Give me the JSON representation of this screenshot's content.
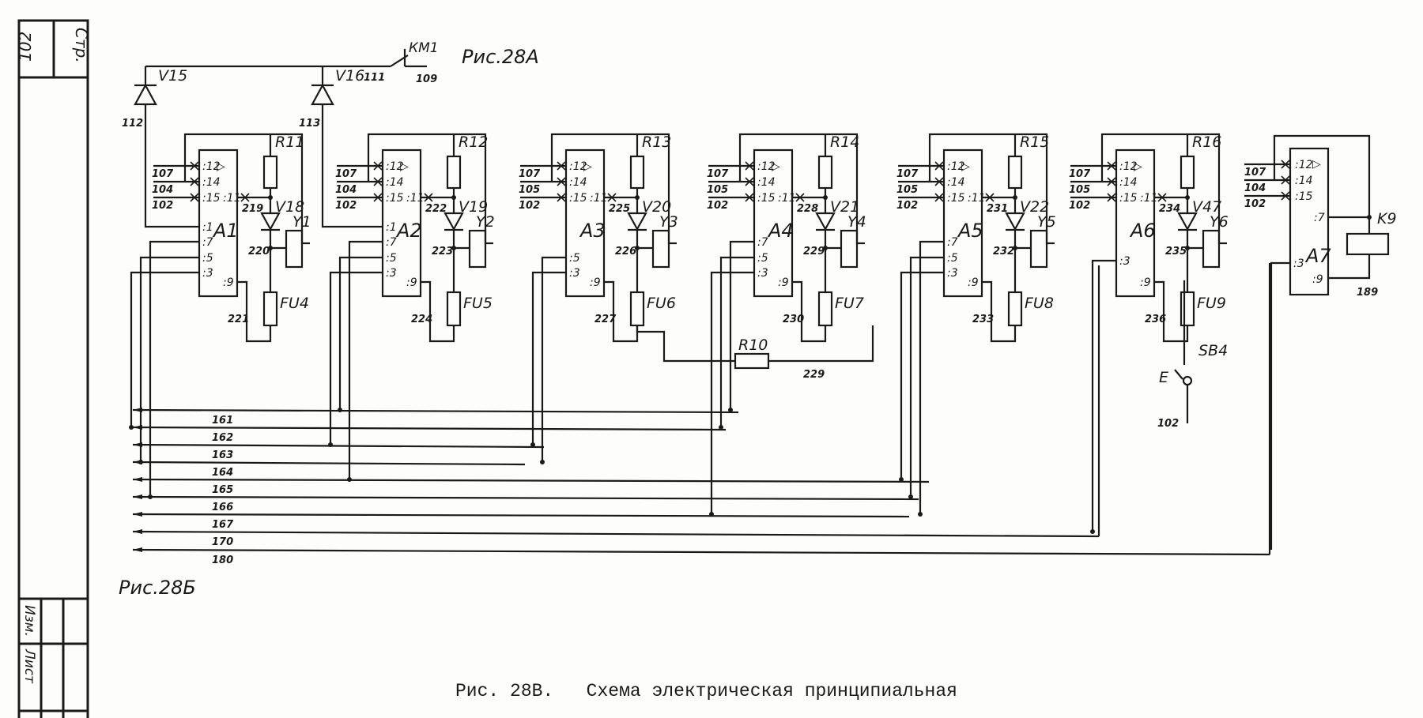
{
  "page": {
    "stamp_page_label": "Стр.",
    "stamp_page_number": "102",
    "stamp_change_label": "Изм.",
    "stamp_sheet_label": "Лист",
    "caption_fig": "Рис. 28В.",
    "caption_title": "Схема электрическая принципиальная"
  },
  "top_bus": {
    "ref_label": "Рис.28А",
    "contact_label": "КМ1",
    "wire_left": "111",
    "wire_right": "109",
    "diodes": [
      {
        "ref": "V15",
        "wire": "112"
      },
      {
        "ref": "V16",
        "wire": "113"
      }
    ]
  },
  "modules": [
    {
      "ref": "A1",
      "resistor": "R11",
      "diode": "V18",
      "coil": "Y1",
      "fuse": "FU4",
      "inputs": [
        "107",
        "104",
        "102"
      ],
      "w_out": "219",
      "w_coil": "220",
      "w_fuse": "221",
      "left_pins": [
        ":1",
        ":7",
        ":5",
        ":3"
      ]
    },
    {
      "ref": "A2",
      "resistor": "R12",
      "diode": "V19",
      "coil": "Y2",
      "fuse": "FU5",
      "inputs": [
        "107",
        "104",
        "102"
      ],
      "w_out": "222",
      "w_coil": "223",
      "w_fuse": "224",
      "left_pins": [
        ":1",
        ":7",
        ":5",
        ":3"
      ]
    },
    {
      "ref": "A3",
      "resistor": "R13",
      "diode": "V20",
      "coil": "Y3",
      "fuse": "FU6",
      "inputs": [
        "107",
        "105",
        "102"
      ],
      "w_out": "225",
      "w_coil": "226",
      "w_fuse": "227",
      "left_pins": [
        ":5",
        ":3"
      ]
    },
    {
      "ref": "A4",
      "resistor": "R14",
      "diode": "V21",
      "coil": "Y4",
      "fuse": "FU7",
      "inputs": [
        "107",
        "105",
        "102"
      ],
      "w_out": "228",
      "w_coil": "229",
      "w_fuse": "230",
      "left_pins": [
        ":7",
        ":5",
        ":3"
      ]
    },
    {
      "ref": "A5",
      "resistor": "R15",
      "diode": "V22",
      "coil": "Y5",
      "fuse": "FU8",
      "inputs": [
        "107",
        "105",
        "102"
      ],
      "w_out": "231",
      "w_coil": "232",
      "w_fuse": "233",
      "left_pins": [
        ":7",
        ":5",
        ":3"
      ]
    },
    {
      "ref": "A6",
      "resistor": "R16",
      "diode": "V47",
      "coil": "Y6",
      "fuse": "FU9",
      "inputs": [
        "107",
        "105",
        "102"
      ],
      "w_out": "234",
      "w_coil": "235",
      "w_fuse": "236",
      "left_pins": [
        ":3"
      ]
    }
  ],
  "module_pins": {
    "p12": ":12",
    "p14": ":14",
    "p15": ":15",
    "p11": ":11",
    "p9": ":9",
    "p7": ":7"
  },
  "relay_module": {
    "ref": "A7",
    "relay": "K9",
    "inputs": [
      "107",
      "104",
      "102"
    ],
    "w_out": "189",
    "left_pin": ":3",
    "right_pin": ":7"
  },
  "shared_resistor": {
    "ref": "R10",
    "wire": "229"
  },
  "switch": {
    "ref": "SB4",
    "symbol": "E",
    "wire": "102"
  },
  "bus": {
    "ref_label": "Рис.28Б",
    "lines": [
      "161",
      "162",
      "163",
      "164",
      "165",
      "166",
      "167",
      "170",
      "180"
    ]
  }
}
